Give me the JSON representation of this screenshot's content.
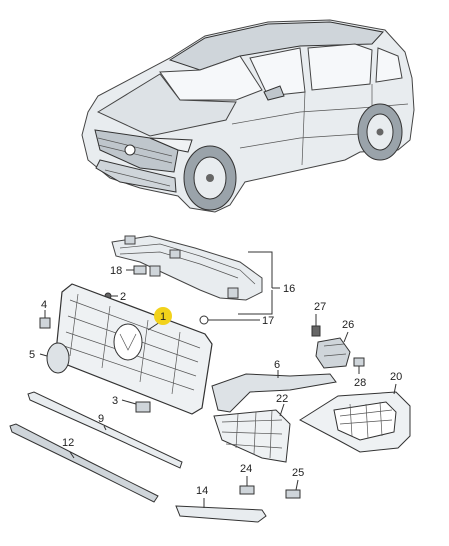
{
  "diagram": {
    "highlight_color": "#f2d21b",
    "labels": {
      "p1": "1",
      "p2": "2",
      "p3": "3",
      "p4": "4",
      "p5": "5",
      "p6": "6",
      "p9": "9",
      "p12": "12",
      "p14": "14",
      "p16": "16",
      "p17": "17",
      "p18": "18",
      "p20": "20",
      "p22": "22",
      "p24": "24",
      "p25": "25",
      "p26": "26",
      "p27": "27",
      "p28": "28"
    }
  }
}
